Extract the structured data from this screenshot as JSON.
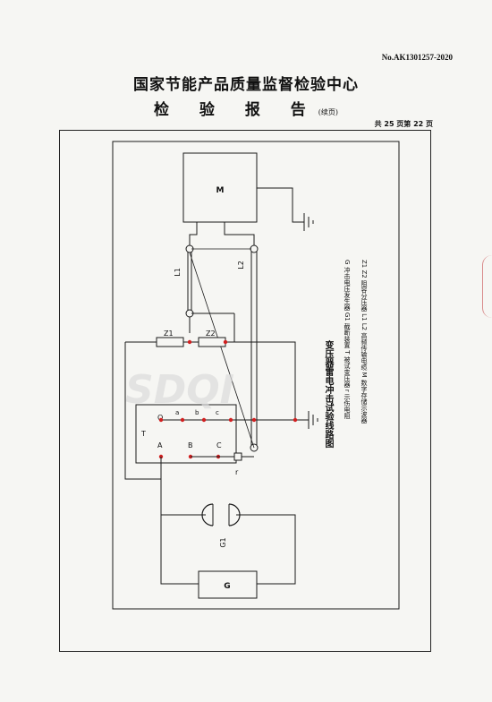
{
  "header": {
    "report_no": "No.AK1301257-2020",
    "title_line1": "国家节能产品质量监督检验中心",
    "title_line2": "检 验 报 告",
    "continued": "(续页)",
    "page_count": "共 25 页第 22 页"
  },
  "diagram": {
    "title": "变压器雷电冲击试验线路图",
    "labels": {
      "M": "M",
      "T": "T",
      "G": "G",
      "G1": "G1",
      "L1": "L1",
      "L2": "L2",
      "Z1": "Z1",
      "Z2": "Z2",
      "r": "r",
      "A": "A",
      "B": "B",
      "C": "C",
      "O": "O",
      "a": "a",
      "b": "b",
      "c": "c"
    },
    "legend": [
      "G  冲击电压发生器    G1  截断装置    T  被试变压器    r  示伤电阻",
      "Z1 Z2  阻容分压器    L1 L2  高频传输电缆    M  数字存储示波器"
    ]
  },
  "colors": {
    "junction": "#d22020",
    "line": "#1a1a1a",
    "seal": "#cc6666"
  }
}
